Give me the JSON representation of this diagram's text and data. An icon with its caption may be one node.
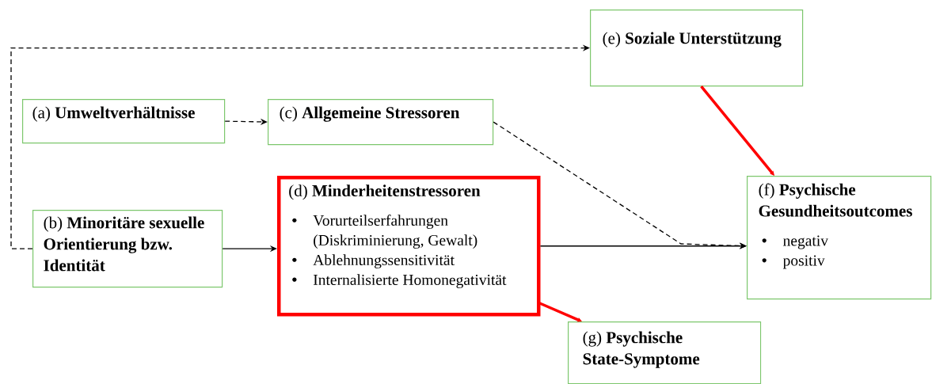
{
  "diagram": {
    "nodes": [
      {
        "text": [
          "(e) **Soziale Unterstützung**"
        ]
      },
      {
        "text": [
          "(a) **Umweltverhältnisse**"
        ]
      },
      {
        "text": [
          "(c) **Allgemeine Stressoren**"
        ]
      },
      {
        "text": [
          "(d) **Minderheitenstressoren**",
          "Vorurteilserfahrungen (Diskriminierung, Gewalt)",
          "Ablehnungssensitivität",
          "Internalisierte Homonegativität"
        ]
      },
      {
        "text": [
          "(b) **Minoritäre sexuelle Orientierung bzw. Identität**"
        ]
      },
      {
        "text": [
          "(f) **Psychische Gesundheitsoutcomes**",
          "negativ",
          "positiv"
        ]
      },
      {
        "text": [
          "(g) **Psychische State-Symptome**"
        ]
      }
    ],
    "edges": [
      {
        "from": 4,
        "to": 0,
        "arrow": "to",
        "style": "dashed"
      },
      {
        "from": 1,
        "to": 2,
        "arrow": "to",
        "style": "dashed"
      },
      {
        "from": 2,
        "to": 5,
        "arrow": "to",
        "style": "dashed"
      },
      {
        "from": 4,
        "to": 3,
        "arrow": "to"
      },
      {
        "from": 3,
        "to": 5,
        "arrow": "to"
      },
      {
        "from": 0,
        "to": 5,
        "arrow": "to",
        "style": "thick",
        "color": "#ff0000"
      },
      {
        "from": 3,
        "to": 6,
        "arrow": "to",
        "style": "thick",
        "color": "#ff0000"
      }
    ]
  }
}
